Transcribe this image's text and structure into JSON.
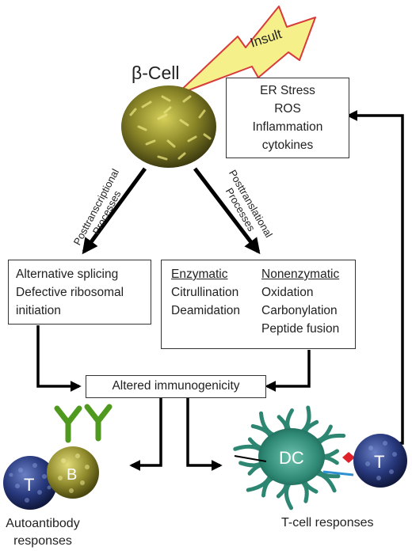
{
  "cell_label": "β-Cell",
  "insult_label": "Insult",
  "stress_box": [
    "ER Stress",
    "ROS",
    "Inflammation",
    "cytokines"
  ],
  "left_process_label": [
    "Posttranscriptional",
    "Processes"
  ],
  "right_process_label": [
    "Posttranslational",
    "Processes"
  ],
  "left_box": [
    "Alternative splicing",
    "Defective ribosomal",
    "initiation"
  ],
  "enzymatic": {
    "heading": "Enzymatic",
    "items": [
      "Citrullination",
      "Deamidation"
    ]
  },
  "nonenzymatic": {
    "heading": "Nonenzymatic",
    "items": [
      "Oxidation",
      "Carbonylation",
      "Peptide fusion"
    ]
  },
  "altered_label": "Altered immunogenicity",
  "t_label": "T",
  "b_label": "B",
  "dc_label": "DC",
  "t2_label": "T",
  "autoantibody_label": [
    "Autoantibody",
    "responses"
  ],
  "tcell_label": "T-cell responses",
  "colors": {
    "beta_cell": "#7d7a22",
    "t_cell": "#1f2f6e",
    "b_cell": "#8f8a2c",
    "dc": "#2f8a78",
    "antibody": "#4f9a1e",
    "insult_fill": "#f6f08a",
    "insult_stroke": "#d93a3a"
  }
}
